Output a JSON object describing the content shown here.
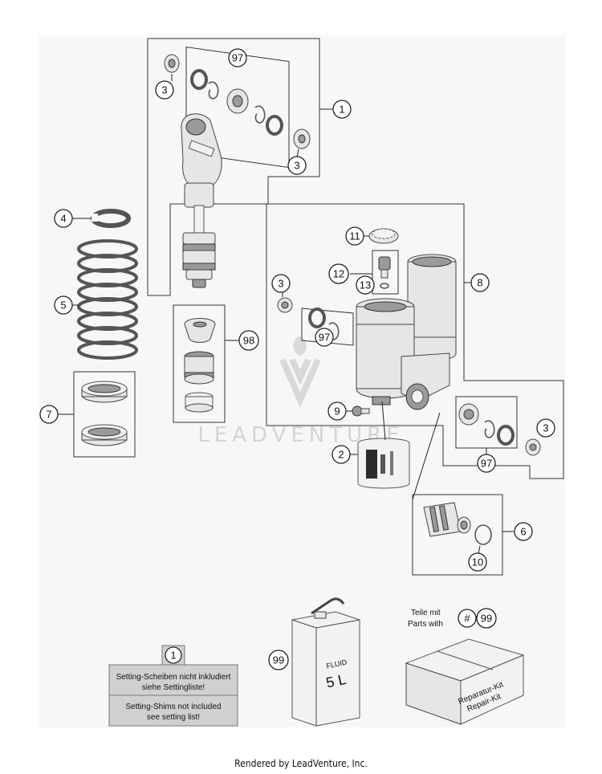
{
  "callouts": {
    "c97_top": "97",
    "c3_top_left": "3",
    "c1": "1",
    "c3_top_right": "3",
    "c4": "4",
    "c5": "5",
    "c7": "7",
    "c98": "98",
    "c11": "11",
    "c12": "12",
    "c13": "13",
    "c8": "8",
    "c3_mid": "3",
    "c97_mid": "97",
    "c9": "9",
    "c2": "2",
    "c3_right": "3",
    "c97_right": "97",
    "c6": "6",
    "c10": "10",
    "c99_can": "99",
    "c99_kit": "99",
    "c1_note": "1"
  },
  "kit_hash": "#",
  "kit_label": {
    "line1": "Teile mit",
    "line2": "Parts with"
  },
  "note": {
    "line1": "Setting-Scheiben nicht inkludiert",
    "line2": "siehe Settingliste!",
    "line3": "Setting-Shims not included",
    "line4": "see setting list!"
  },
  "can": {
    "line1": "FLUID",
    "line2": "5 L"
  },
  "box": {
    "line1": "Reparatur-Kit",
    "line2": "Repair-Kit"
  },
  "watermark": "LEADVENTURE",
  "footer": "Rendered by LeadVenture, Inc."
}
